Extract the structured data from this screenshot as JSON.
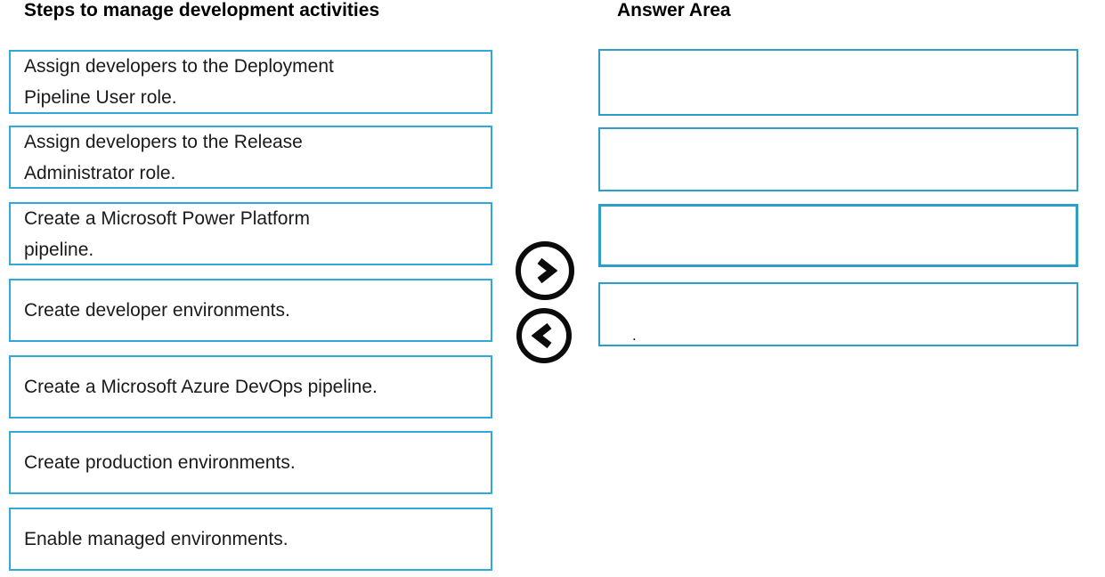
{
  "left_panel": {
    "title": "Steps to manage development activities",
    "steps": [
      {
        "lines": [
          "Assign developers to the Deployment",
          "Pipeline User role."
        ]
      },
      {
        "lines": [
          "Assign developers to the Release",
          "Administrator role."
        ]
      },
      {
        "lines": [
          "Create a Microsoft Power Platform",
          "pipeline."
        ]
      },
      {
        "lines": [
          "Create developer environments."
        ]
      },
      {
        "lines": [
          "Create a Microsoft Azure DevOps pipeline."
        ]
      },
      {
        "lines": [
          "Create production environments."
        ]
      },
      {
        "lines": [
          "Enable managed environments."
        ]
      }
    ]
  },
  "answer_area": {
    "title": "Answer Area",
    "slots": [
      {
        "content": ""
      },
      {
        "content": ""
      },
      {
        "content": ""
      },
      {
        "content": "."
      }
    ]
  },
  "controls": {
    "move_right_icon": "chevron-right",
    "move_left_icon": "chevron-left"
  },
  "colors": {
    "step_border": "#31a8da",
    "answer_border": "#2e9ec9",
    "button_ink": "#0b0b0b",
    "text": "#1a1a1a"
  }
}
